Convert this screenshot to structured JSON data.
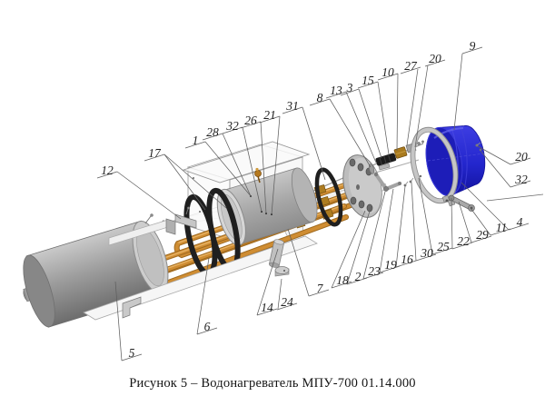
{
  "figure": {
    "caption": "Рисунок 5 – Водонагреватель МПУ-700 01.14.000"
  },
  "colors": {
    "insulation_blue": "#2326cd",
    "copper": "#c9882f",
    "seal_black": "#1f1f1f",
    "metal_gray": "#b9b9b9",
    "leader_line": "#5f5f5f"
  },
  "callouts": [
    {
      "n": "5"
    },
    {
      "n": "6"
    },
    {
      "n": "14"
    },
    {
      "n": "24"
    },
    {
      "n": "7"
    },
    {
      "n": "18"
    },
    {
      "n": "2"
    },
    {
      "n": "23"
    },
    {
      "n": "19"
    },
    {
      "n": "16"
    },
    {
      "n": "30"
    },
    {
      "n": "25"
    },
    {
      "n": "22"
    },
    {
      "n": "29"
    },
    {
      "n": "11"
    },
    {
      "n": "4"
    },
    {
      "n": "32"
    },
    {
      "n": "20"
    },
    {
      "n": "12"
    },
    {
      "n": "17"
    },
    {
      "n": "1"
    },
    {
      "n": "28"
    },
    {
      "n": "32"
    },
    {
      "n": "26"
    },
    {
      "n": "21"
    },
    {
      "n": "31"
    },
    {
      "n": "8"
    },
    {
      "n": "13"
    },
    {
      "n": "3"
    },
    {
      "n": "15"
    },
    {
      "n": "10"
    },
    {
      "n": "27"
    },
    {
      "n": "20"
    },
    {
      "n": "9"
    }
  ]
}
